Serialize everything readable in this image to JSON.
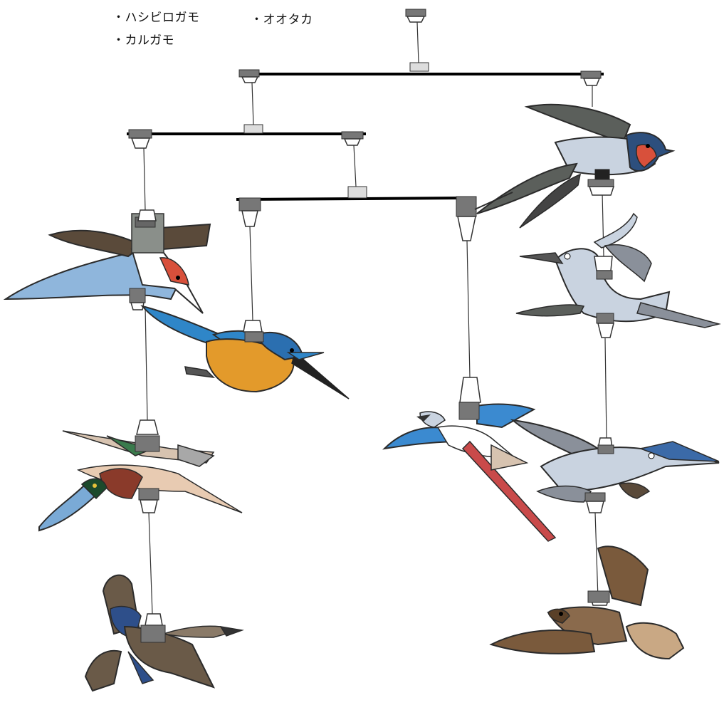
{
  "labels": {
    "col1_line1": "・ハシビロガモ",
    "col1_line2": "・カルガモ",
    "col2_line1": "・オオタカ"
  },
  "colors": {
    "wire": "#000000",
    "clip": "#777777",
    "cup_fill": "#ffffff",
    "kingfisher_blue": "#2f86c8",
    "kingfisher_orange": "#e39a2b",
    "swallow_blue": "#2d4f7d",
    "swallow_red": "#d8503b",
    "heron_gray": "#c9d3e0",
    "duck_green": "#3a7a4c",
    "duck_blue": "#7aaad6",
    "hawk_brown": "#7a5a3c",
    "bird_outline": "#2b2b2b"
  },
  "birds": [
    {
      "name": "kingfisher-small"
    },
    {
      "name": "kingfisher"
    },
    {
      "name": "shoveler"
    },
    {
      "name": "spot-billed-duck"
    },
    {
      "name": "swallow"
    },
    {
      "name": "grey-heron"
    },
    {
      "name": "stilt"
    },
    {
      "name": "heron-blue"
    },
    {
      "name": "goshawk"
    }
  ]
}
